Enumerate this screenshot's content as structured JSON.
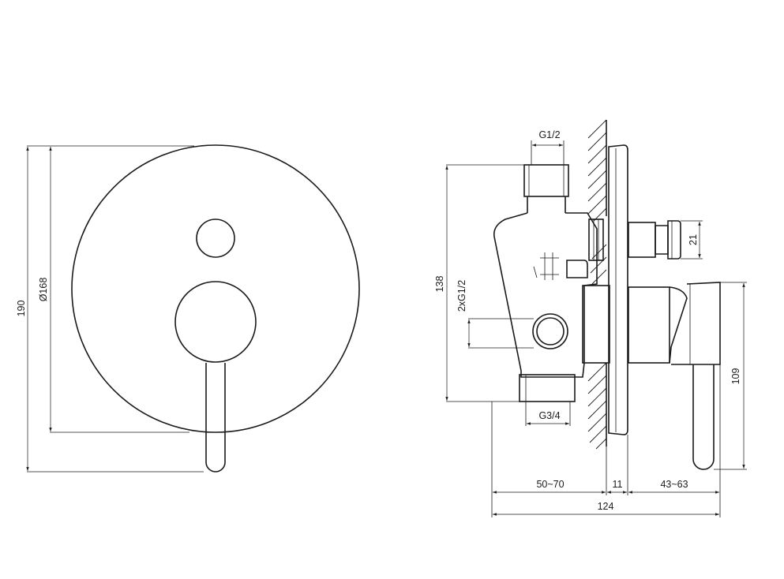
{
  "front_view": {
    "dim_height": "190",
    "dim_diameter": "Ø168"
  },
  "side_view": {
    "dim_inlet_top": "G1/2",
    "dim_inlet_side": "2xG1/2",
    "dim_outlet": "G3/4",
    "dim_body_height": "138",
    "dim_knob": "21",
    "dim_handle_height": "109",
    "dim_wall_depth": "50~70",
    "dim_plate": "11",
    "dim_projection": "43~63",
    "dim_total": "124"
  }
}
